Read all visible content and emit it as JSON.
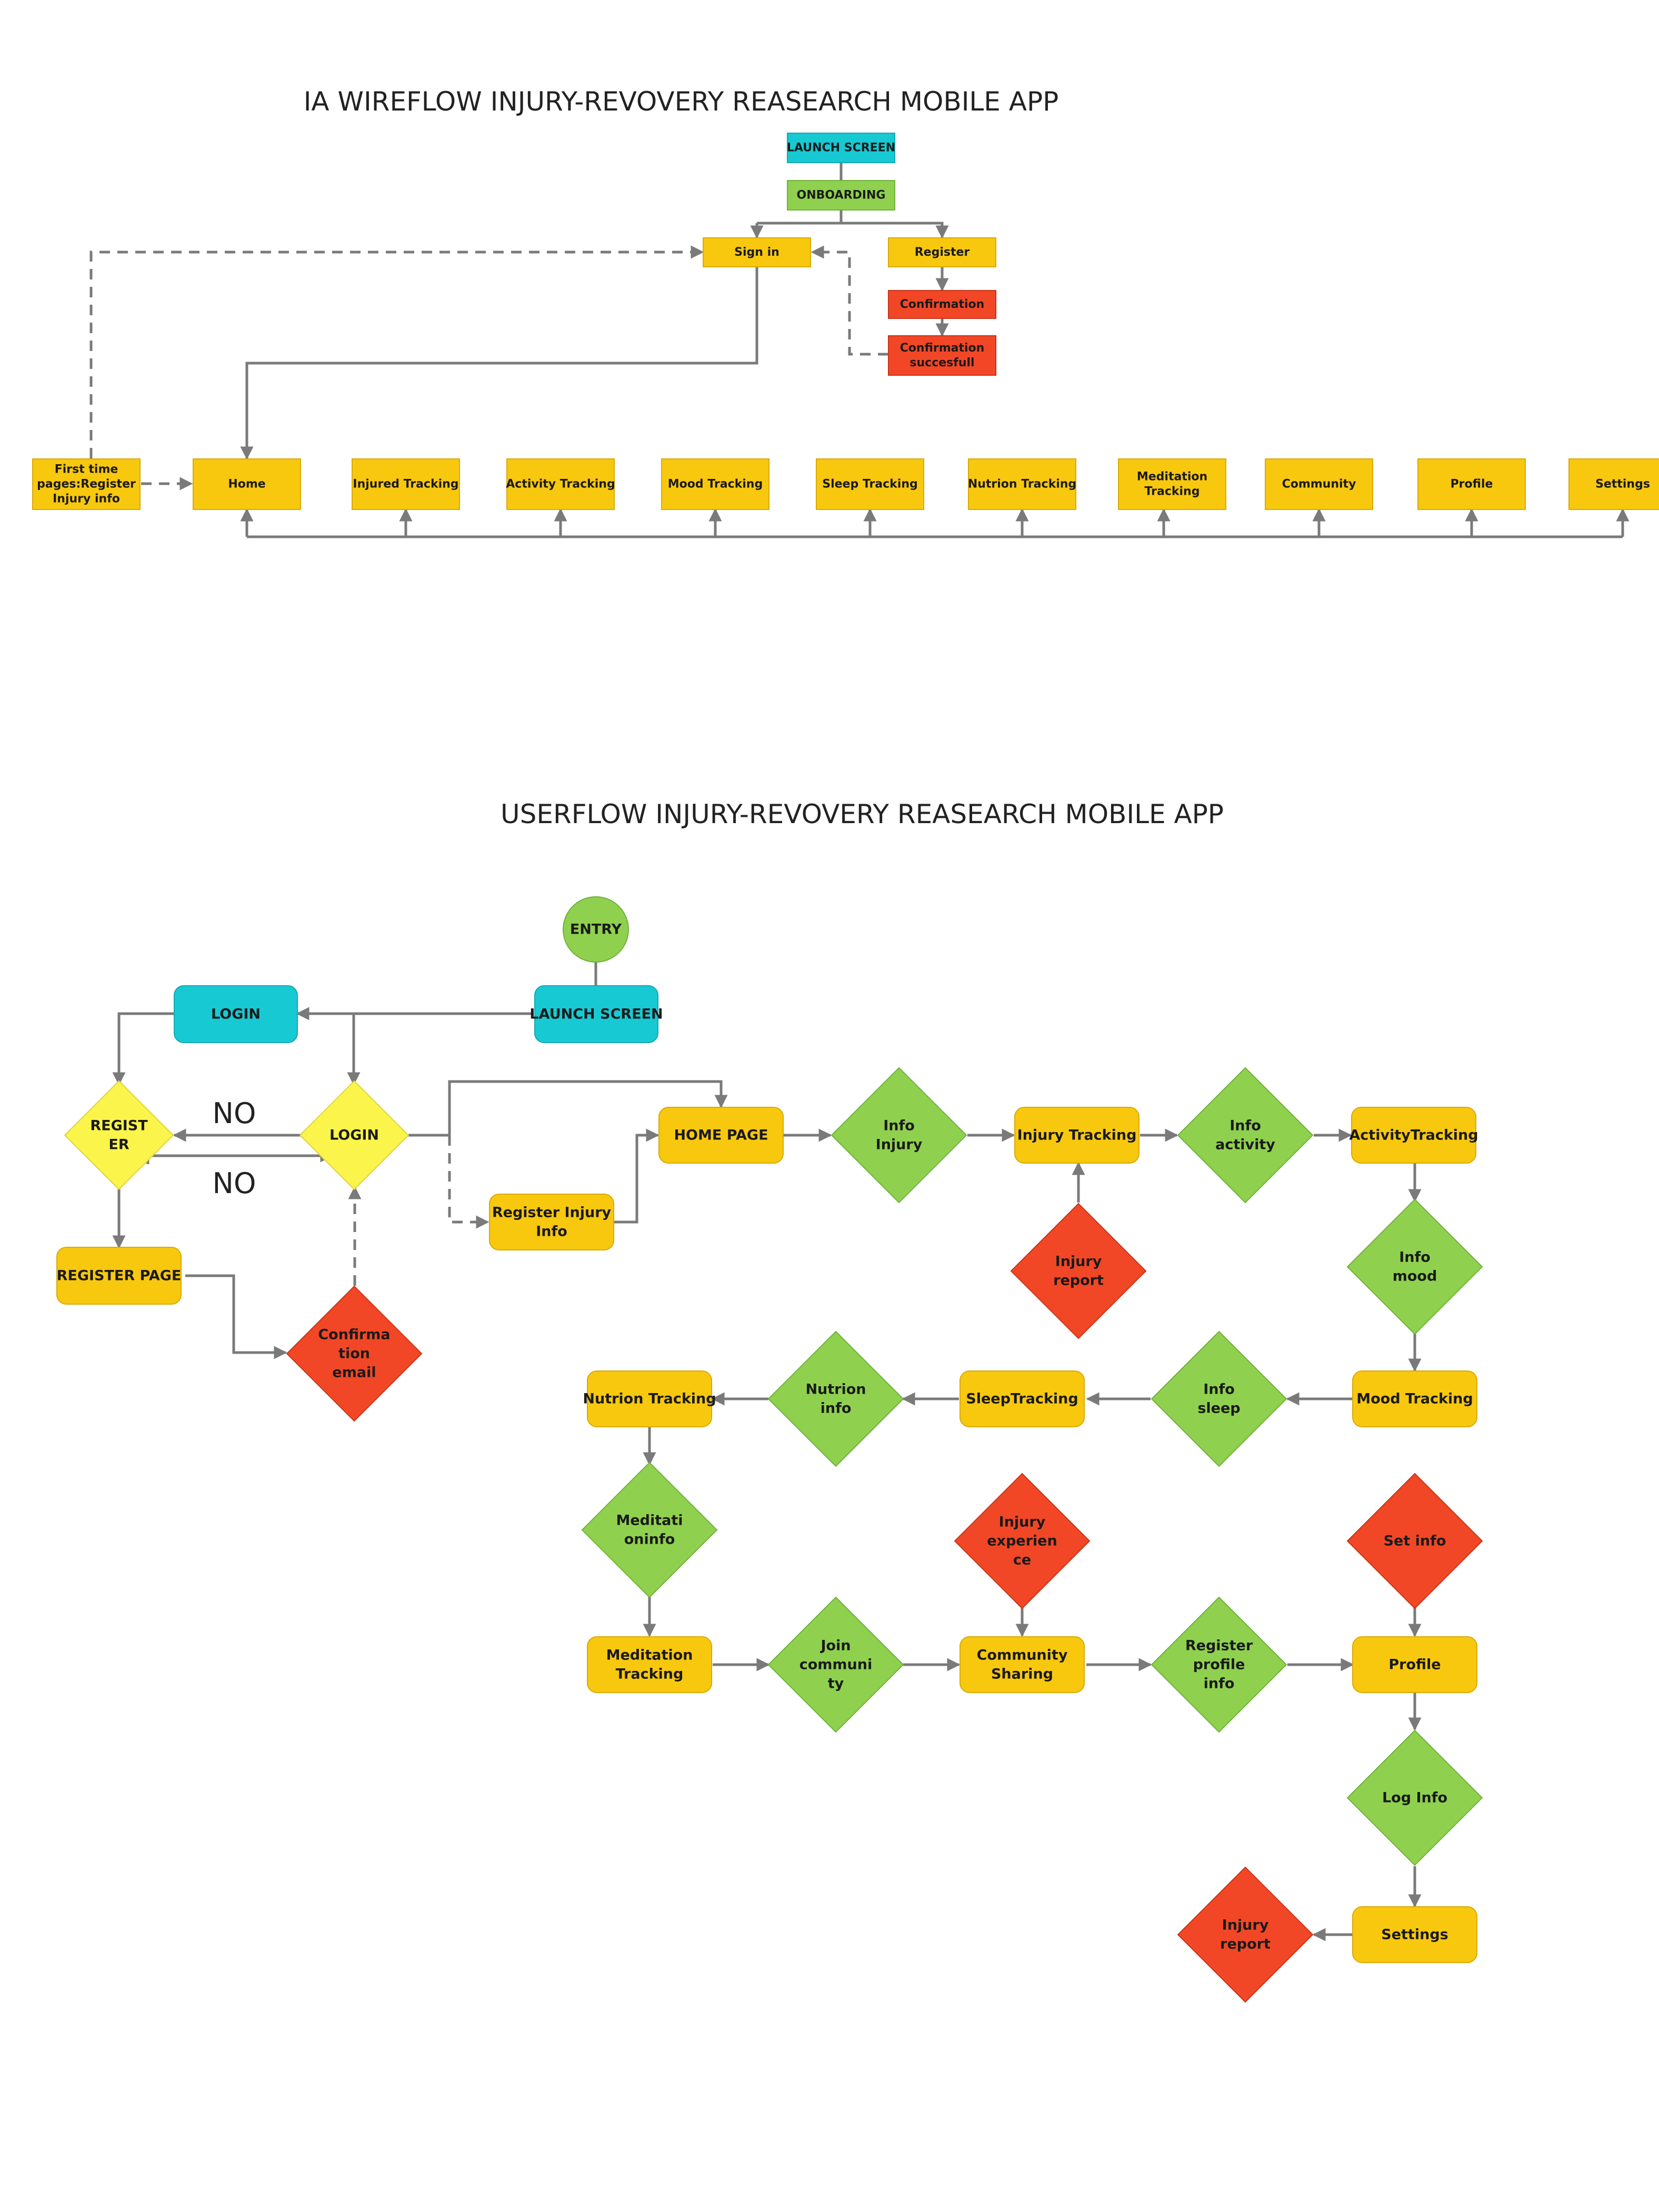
{
  "titles": {
    "ia": "IA WIREFLOW INJURY-REVOVERY REASEARCH MOBILE APP",
    "userflow": "USERFLOW INJURY-REVOVERY REASEARCH MOBILE APP"
  },
  "labels": {
    "no_1": "NO",
    "no_2": "NO"
  },
  "colors": {
    "cyan": "#17c9d3",
    "green": "#8fd14f",
    "yellow": "#f8c80f",
    "light_yellow": "#fbf44a",
    "red": "#f24726",
    "line": "#7a7a7a"
  },
  "ia_nodes": [
    {
      "id": "ia-launch",
      "text": [
        "LAUNCH SCREEN"
      ],
      "color": "cyan"
    },
    {
      "id": "ia-onboarding",
      "text": [
        "ONBOARDING"
      ],
      "color": "green"
    },
    {
      "id": "ia-signin",
      "text": [
        "Sign in"
      ],
      "color": "yellow"
    },
    {
      "id": "ia-register",
      "text": [
        "Register"
      ],
      "color": "yellow"
    },
    {
      "id": "ia-confirmation",
      "text": [
        "Confirmation"
      ],
      "color": "red"
    },
    {
      "id": "ia-confirmation-ok",
      "text": [
        "Confirmation",
        "succesfull"
      ],
      "color": "red"
    },
    {
      "id": "ia-first-time",
      "text": [
        "First time",
        "pages:Register",
        "Injury info"
      ],
      "color": "yellow"
    },
    {
      "id": "ia-home",
      "text": [
        "Home"
      ],
      "color": "yellow"
    },
    {
      "id": "ia-injured",
      "text": [
        "Injured Tracking"
      ],
      "color": "yellow"
    },
    {
      "id": "ia-activity",
      "text": [
        "Activity Tracking"
      ],
      "color": "yellow"
    },
    {
      "id": "ia-mood",
      "text": [
        "Mood Tracking"
      ],
      "color": "yellow"
    },
    {
      "id": "ia-sleep",
      "text": [
        "Sleep Tracking"
      ],
      "color": "yellow"
    },
    {
      "id": "ia-nutrion",
      "text": [
        "Nutrion Tracking"
      ],
      "color": "yellow"
    },
    {
      "id": "ia-meditation",
      "text": [
        "Meditation",
        "Tracking"
      ],
      "color": "yellow"
    },
    {
      "id": "ia-community",
      "text": [
        "Community"
      ],
      "color": "yellow"
    },
    {
      "id": "ia-profile",
      "text": [
        "Profile"
      ],
      "color": "yellow"
    },
    {
      "id": "ia-settings",
      "text": [
        "Settings"
      ],
      "color": "yellow"
    }
  ],
  "uf_nodes": [
    {
      "id": "uf-entry",
      "text": [
        "ENTRY"
      ],
      "color": "green"
    },
    {
      "id": "uf-launch",
      "text": [
        "LAUNCH SCREEN"
      ],
      "color": "cyan"
    },
    {
      "id": "uf-login-box",
      "text": [
        "LOGIN"
      ],
      "color": "cyan"
    },
    {
      "id": "uf-register-diamond",
      "text": [
        "REGIST",
        "ER"
      ],
      "color": "light_yellow"
    },
    {
      "id": "uf-login-diamond",
      "text": [
        "LOGIN"
      ],
      "color": "light_yellow"
    },
    {
      "id": "uf-register-page",
      "text": [
        "REGISTER PAGE"
      ],
      "color": "yellow"
    },
    {
      "id": "uf-confirmation-email",
      "text": [
        "Confirma",
        "tion",
        "email"
      ],
      "color": "red"
    },
    {
      "id": "uf-register-injury",
      "text": [
        "Register Injury",
        "Info"
      ],
      "color": "yellow"
    },
    {
      "id": "uf-home",
      "text": [
        "HOME PAGE"
      ],
      "color": "yellow"
    },
    {
      "id": "uf-info-injury",
      "text": [
        "Info",
        "Injury"
      ],
      "color": "green"
    },
    {
      "id": "uf-injury-tracking",
      "text": [
        "Injury Tracking"
      ],
      "color": "yellow"
    },
    {
      "id": "uf-injury-report-1",
      "text": [
        "Injury",
        "report"
      ],
      "color": "red"
    },
    {
      "id": "uf-info-activity",
      "text": [
        "Info",
        "activity"
      ],
      "color": "green"
    },
    {
      "id": "uf-activity-tracking",
      "text": [
        "ActivityTracking"
      ],
      "color": "yellow"
    },
    {
      "id": "uf-info-mood",
      "text": [
        "Info",
        "mood"
      ],
      "color": "green"
    },
    {
      "id": "uf-mood-tracking",
      "text": [
        "Mood Tracking"
      ],
      "color": "yellow"
    },
    {
      "id": "uf-info-sleep",
      "text": [
        "Info",
        "sleep"
      ],
      "color": "green"
    },
    {
      "id": "uf-sleep-tracking",
      "text": [
        "SleepTracking"
      ],
      "color": "yellow"
    },
    {
      "id": "uf-nutrion-info",
      "text": [
        "Nutrion",
        "info"
      ],
      "color": "green"
    },
    {
      "id": "uf-nutrion-tracking",
      "text": [
        "Nutrion Tracking"
      ],
      "color": "yellow"
    },
    {
      "id": "uf-meditation-info",
      "text": [
        "Meditati",
        "oninfo"
      ],
      "color": "green"
    },
    {
      "id": "uf-meditation-tracking",
      "text": [
        "Meditation",
        "Tracking"
      ],
      "color": "yellow"
    },
    {
      "id": "uf-join-community",
      "text": [
        "Join",
        "communi",
        "ty"
      ],
      "color": "green"
    },
    {
      "id": "uf-injury-experience",
      "text": [
        "Injury",
        "experien",
        "ce"
      ],
      "color": "red"
    },
    {
      "id": "uf-community-sharing",
      "text": [
        "Community",
        "Sharing"
      ],
      "color": "yellow"
    },
    {
      "id": "uf-register-profile",
      "text": [
        "Register",
        "profile",
        "info"
      ],
      "color": "green"
    },
    {
      "id": "uf-set-info",
      "text": [
        "Set info"
      ],
      "color": "red"
    },
    {
      "id": "uf-profile",
      "text": [
        "Profile"
      ],
      "color": "yellow"
    },
    {
      "id": "uf-log-info",
      "text": [
        "Log Info"
      ],
      "color": "green"
    },
    {
      "id": "uf-settings",
      "text": [
        "Settings"
      ],
      "color": "yellow"
    },
    {
      "id": "uf-injury-report-2",
      "text": [
        "Injury",
        "report"
      ],
      "color": "red"
    }
  ]
}
